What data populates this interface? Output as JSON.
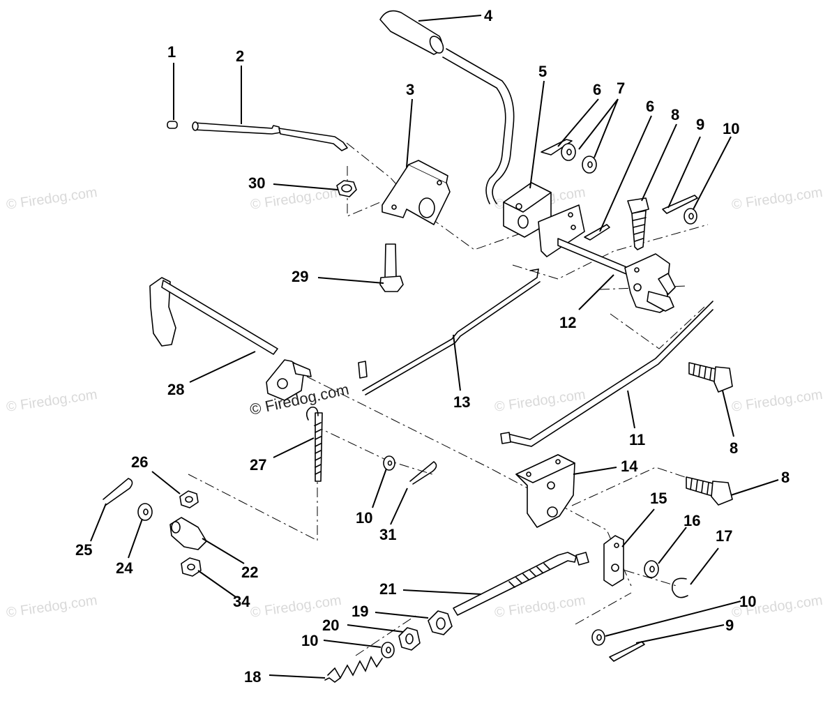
{
  "watermark": "© Firedog.com",
  "labels": [
    "1",
    "2",
    "3",
    "4",
    "5",
    "6",
    "7",
    "6",
    "8",
    "9",
    "10",
    "30",
    "29",
    "12",
    "13",
    "28",
    "11",
    "8",
    "27",
    "26",
    "10",
    "31",
    "14",
    "8",
    "15",
    "16",
    "17",
    "25",
    "24",
    "22",
    "34",
    "21",
    "19",
    "20",
    "10",
    "18",
    "10",
    "9"
  ]
}
